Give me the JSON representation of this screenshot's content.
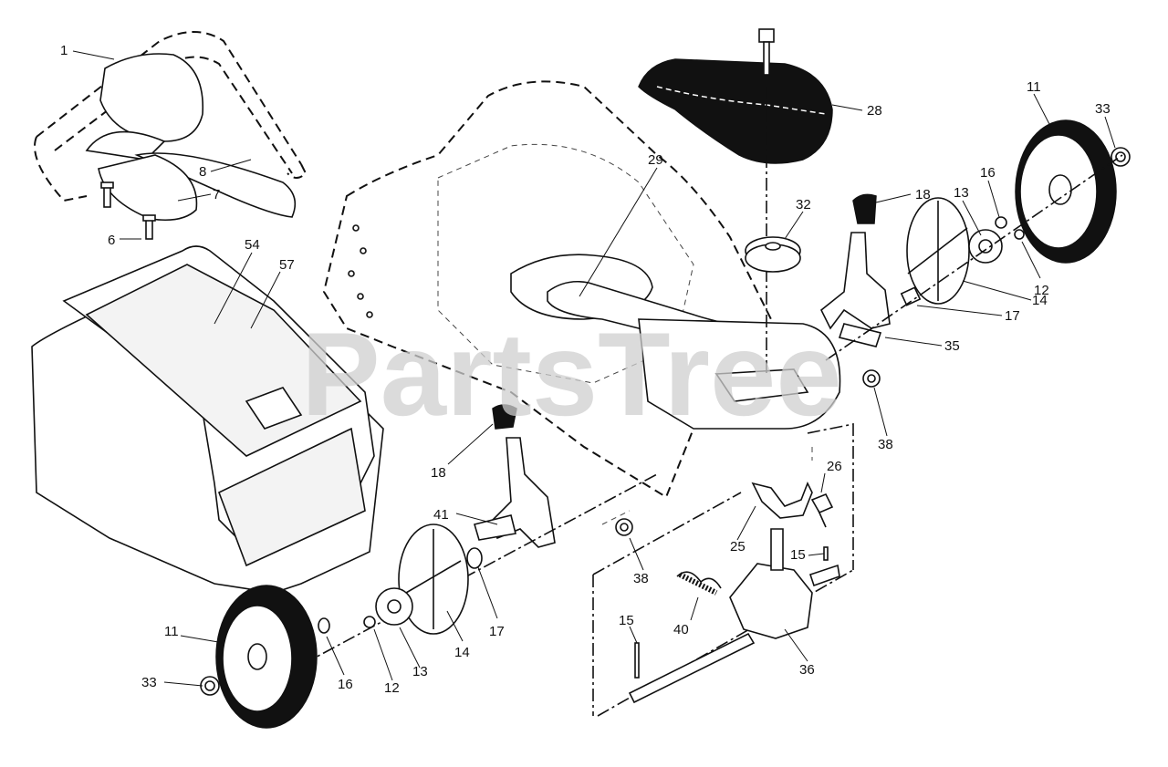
{
  "watermark": "PartsTree",
  "callouts": [
    {
      "id": "c1",
      "text": "1"
    },
    {
      "id": "c8",
      "text": "8"
    },
    {
      "id": "c7",
      "text": "7"
    },
    {
      "id": "c6",
      "text": "6"
    },
    {
      "id": "c54",
      "text": "54"
    },
    {
      "id": "c57",
      "text": "57"
    },
    {
      "id": "c29",
      "text": "29"
    },
    {
      "id": "c28",
      "text": "28"
    },
    {
      "id": "c32",
      "text": "32"
    },
    {
      "id": "c18a",
      "text": "18"
    },
    {
      "id": "c18b",
      "text": "18"
    },
    {
      "id": "c11a",
      "text": "11"
    },
    {
      "id": "c11b",
      "text": "11"
    },
    {
      "id": "c33a",
      "text": "33"
    },
    {
      "id": "c33b",
      "text": "33"
    },
    {
      "id": "c16a",
      "text": "16"
    },
    {
      "id": "c16b",
      "text": "16"
    },
    {
      "id": "c13a",
      "text": "13"
    },
    {
      "id": "c13b",
      "text": "13"
    },
    {
      "id": "c12a",
      "text": "12"
    },
    {
      "id": "c12b",
      "text": "12"
    },
    {
      "id": "c14a",
      "text": "14"
    },
    {
      "id": "c14b",
      "text": "14"
    },
    {
      "id": "c17a",
      "text": "17"
    },
    {
      "id": "c17b",
      "text": "17"
    },
    {
      "id": "c35",
      "text": "35"
    },
    {
      "id": "c38a",
      "text": "38"
    },
    {
      "id": "c38b",
      "text": "38"
    },
    {
      "id": "c26",
      "text": "26"
    },
    {
      "id": "c25",
      "text": "25"
    },
    {
      "id": "c15a",
      "text": "15"
    },
    {
      "id": "c15b",
      "text": "15"
    },
    {
      "id": "c41",
      "text": "41"
    },
    {
      "id": "c40",
      "text": "40"
    },
    {
      "id": "c36",
      "text": "36"
    }
  ]
}
